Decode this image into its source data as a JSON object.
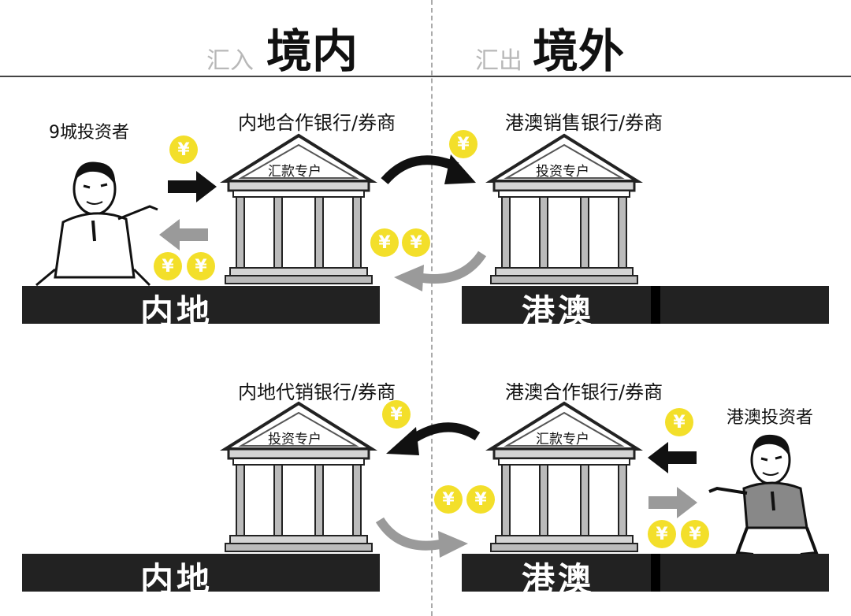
{
  "header": {
    "left_small": "汇入",
    "left_big": "境内",
    "right_small": "汇出",
    "right_big": "境外"
  },
  "top": {
    "investor_label": "9城投资者",
    "mainland_bank_label": "内地合作银行/券商",
    "mainland_bank_roof": "汇款专户",
    "hk_bank_label": "港澳销售银行/券商",
    "hk_bank_roof": "投资专户",
    "ground_left": "内地",
    "ground_right": "港澳"
  },
  "bottom": {
    "mainland_bank_label": "内地代销银行/券商",
    "mainland_bank_roof": "投资专户",
    "hk_bank_label": "港澳合作银行/券商",
    "hk_bank_roof": "汇款专户",
    "investor_label": "港澳投资者",
    "ground_left": "内地",
    "ground_right": "港澳"
  },
  "coin_symbol": "¥",
  "colors": {
    "coin": "#f3df2a",
    "ground": "#222222",
    "arrow_black": "#111111",
    "arrow_gray": "#9a9a9a",
    "header_small": "#b8b8b8"
  }
}
